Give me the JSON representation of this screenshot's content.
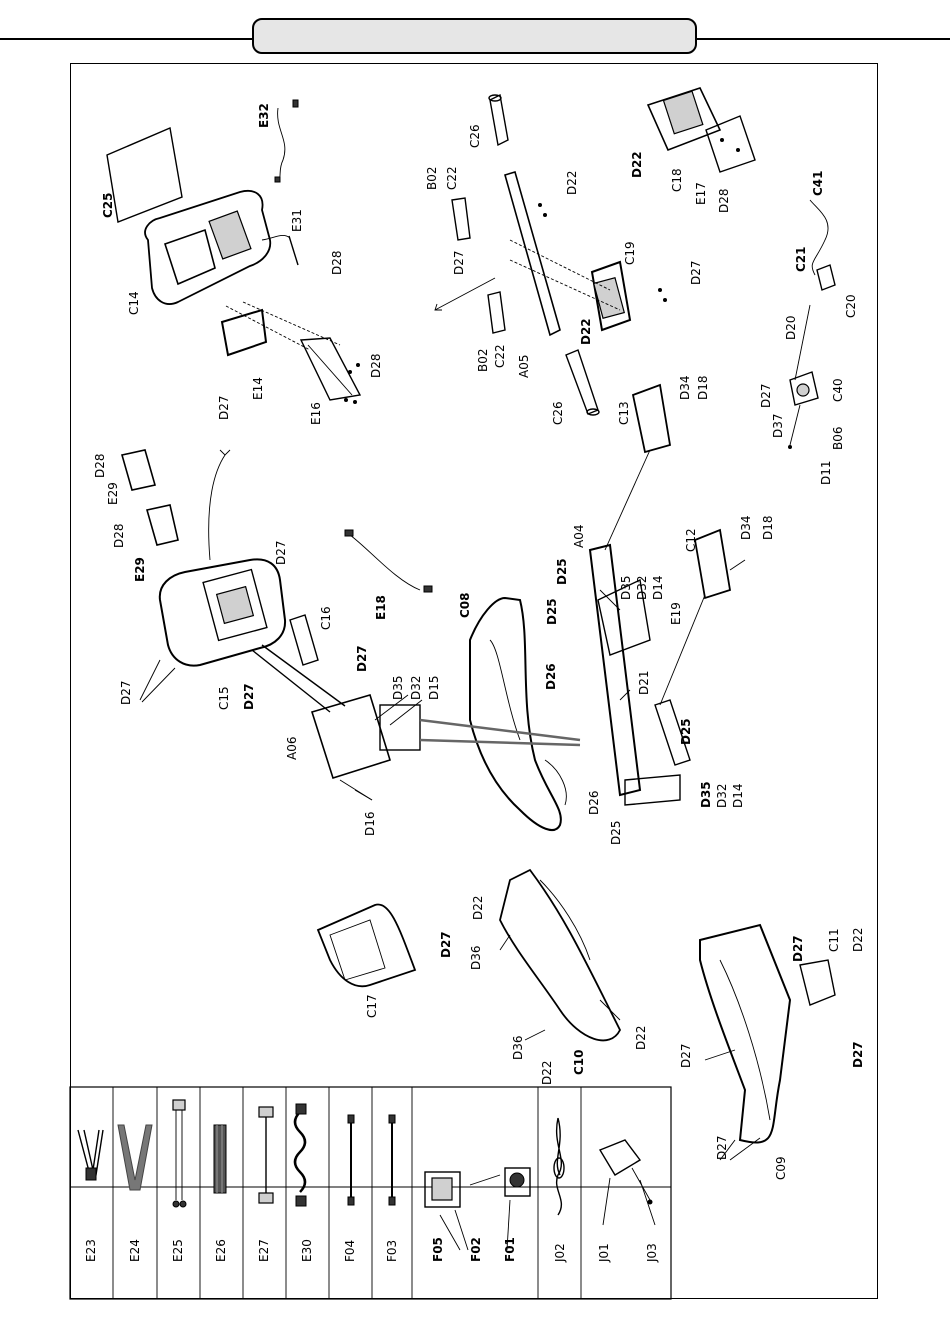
{
  "header": {
    "title": ""
  },
  "labels": {
    "E32": "E32",
    "C25": "C25",
    "E31": "E31",
    "C14": "C14",
    "D28_a": "D28",
    "D27_a": "D27",
    "E14": "E14",
    "E16": "E16",
    "D28_b": "D28",
    "C26_a": "C26",
    "B02_a": "B02",
    "C22_a": "C22",
    "D22_a": "D22",
    "D27_b": "D27",
    "C19": "C19",
    "D27_c": "D27",
    "B02_b": "B02",
    "C22_b": "C22",
    "A05": "A05",
    "D22_b": "D22",
    "C26_b": "C26",
    "D22_c": "D22",
    "C18": "C18",
    "E17": "E17",
    "D28_c": "D28",
    "C41": "C41",
    "C21": "C21",
    "C20": "C20",
    "D20": "D20",
    "D27_d": "D27",
    "C40": "C40",
    "D37": "D37",
    "B06": "B06",
    "D11": "D11",
    "C13": "C13",
    "D34_a": "D34",
    "D18_a": "D18",
    "D28_d": "D28",
    "E29_a": "E29",
    "D28_e": "D28",
    "E29_b": "E29",
    "D27_e": "D27",
    "C15": "C15",
    "D27_f": "D27",
    "C16": "C16",
    "D27_g": "D27",
    "D27_h": "D27",
    "E18": "E18",
    "C08": "C08",
    "A04": "A04",
    "D25_a": "D25",
    "D35_a": "D35",
    "D32_a": "D32",
    "D14_a": "D14",
    "C12": "C12",
    "D34_b": "D34",
    "D18_b": "D18",
    "D25_b": "D25",
    "E19": "E19",
    "D26": "D26",
    "D21": "D21",
    "D35_b": "D35",
    "D32_b": "D32",
    "D15": "D15",
    "A06": "A06",
    "D16": "D16",
    "D25_c": "D25",
    "D26_b": "D26",
    "D35_c": "D35",
    "D32_c": "D32",
    "D14_b": "D14",
    "D25_d": "D25",
    "C17": "C17",
    "D27_i": "D27",
    "D22_d": "D22",
    "D36_a": "D36",
    "D36_b": "D36",
    "D22_e": "D22",
    "D22_f": "D22",
    "C10": "C10",
    "D27_j": "D27",
    "C11": "C11",
    "D22_g": "D22",
    "D27_k": "D27",
    "D27_l": "D27",
    "D27_m": "D27",
    "C09": "C09"
  },
  "parts_table": [
    "E23",
    "E24",
    "E25",
    "E26",
    "E27",
    "E30",
    "F04",
    "F03",
    "F05",
    "F02",
    "F01",
    "J02",
    "J01",
    "J03"
  ]
}
